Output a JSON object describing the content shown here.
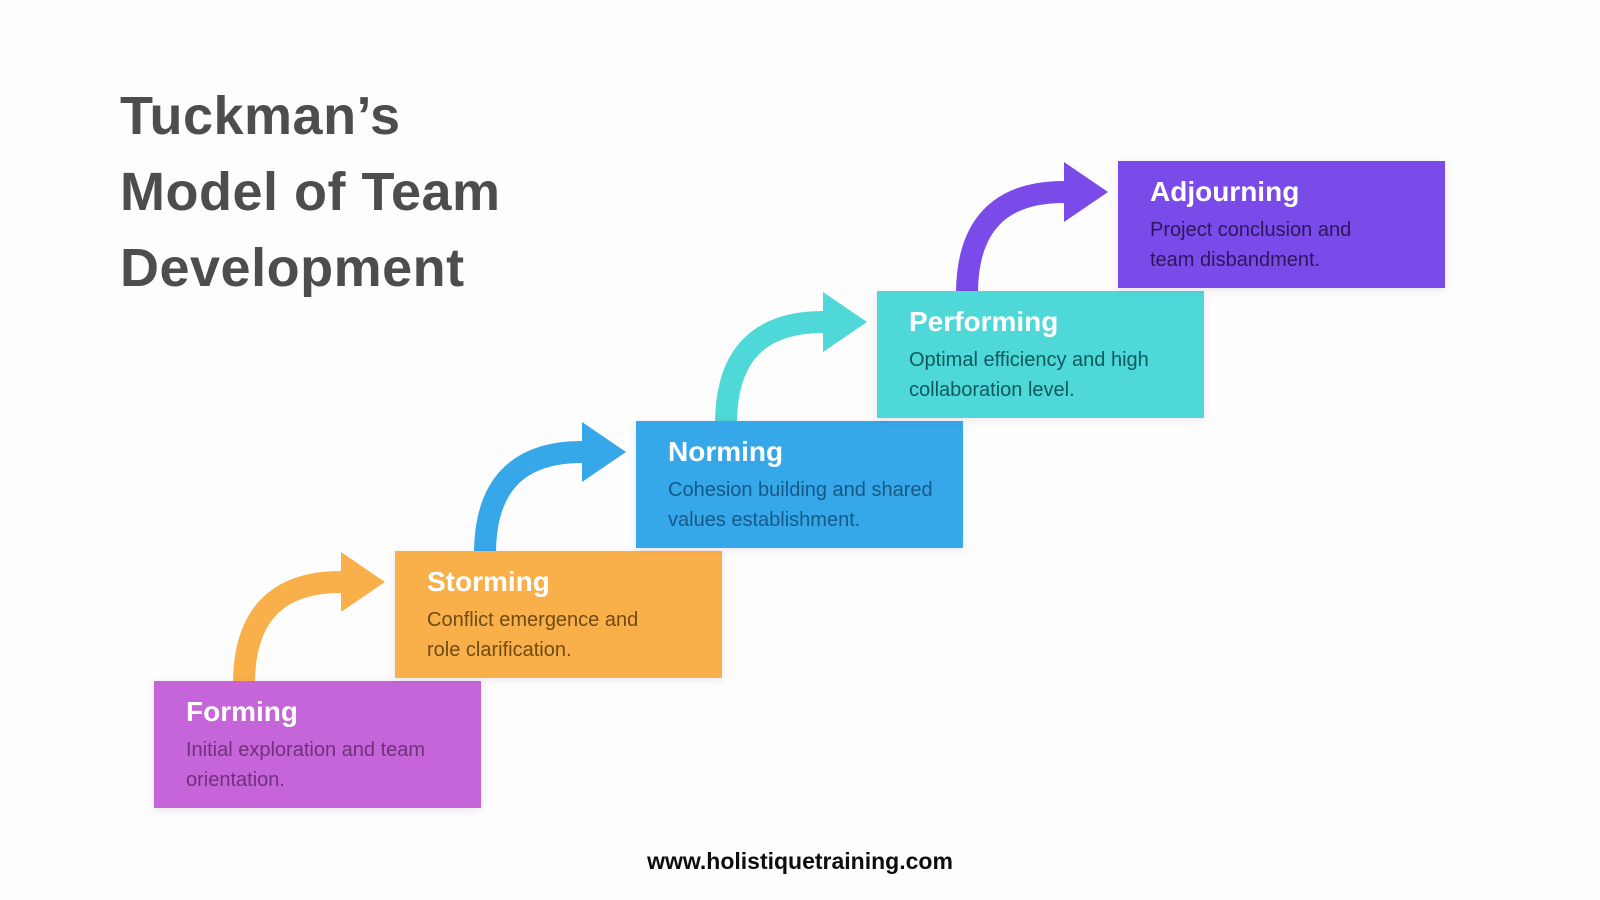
{
  "title": "Tuckman’s\nModel of Team\nDevelopment",
  "title_color": "#4d4d4d",
  "background_color": "#fdfdfd",
  "footer": "www.holistiquetraining.com",
  "stages": [
    {
      "name": "Forming",
      "description": "Initial exploration and team\norientation.",
      "color": "#c565d9",
      "text_color": "#71307c"
    },
    {
      "name": "Storming",
      "description": "Conflict emergence and\nrole clarification.",
      "color": "#f9b04b",
      "text_color": "#6f4b10"
    },
    {
      "name": "Norming",
      "description": "Cohesion building and shared\nvalues establishment.",
      "color": "#36a7e9",
      "text_color": "#155a87"
    },
    {
      "name": "Performing",
      "description": "Optimal efficiency and high\ncollaboration level.",
      "color": "#4ed8d8",
      "text_color": "#0f5a60"
    },
    {
      "name": "Adjourning",
      "description": "Project conclusion and\nteam disbandment.",
      "color": "#7a4be8",
      "text_color": "#2c175c"
    }
  ]
}
